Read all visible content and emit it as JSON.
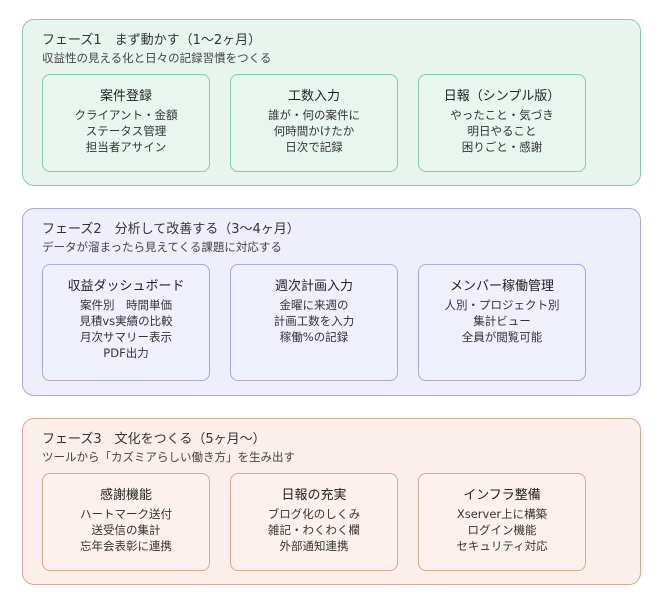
{
  "phases": [
    {
      "title": "フェーズ1　まず動かす（1〜2ヶ月）",
      "subtitle": "収益性の見える化と日々の記録習慣をつくる",
      "cards": [
        {
          "title": "案件登録",
          "lines": [
            "クライアント・金額",
            "ステータス管理",
            "担当者アサイン"
          ]
        },
        {
          "title": "工数入力",
          "lines": [
            "誰が・何の案件に",
            "何時間かけたか",
            "日次で記録"
          ]
        },
        {
          "title": "日報（シンプル版）",
          "lines": [
            "やったこと・気づき",
            "明日やること",
            "困りごと・感謝"
          ]
        }
      ]
    },
    {
      "title": "フェーズ2　分析して改善する（3〜4ヶ月）",
      "subtitle": "データが溜まったら見えてくる課題に対応する",
      "cards": [
        {
          "title": "収益ダッシュボード",
          "lines": [
            "案件別　時間単価",
            "見積vs実績の比較",
            "月次サマリー表示",
            "PDF出力"
          ]
        },
        {
          "title": "週次計画入力",
          "lines": [
            "金曜に来週の",
            "計画工数を入力",
            "稼働%の記録"
          ]
        },
        {
          "title": "メンバー稼働管理",
          "lines": [
            "人別・プロジェクト別",
            "集計ビュー",
            "全員が閲覧可能"
          ]
        }
      ]
    },
    {
      "title": "フェーズ3　文化をつくる（5ヶ月〜）",
      "subtitle": "ツールから「カズミアらしい働き方」を生み出す",
      "cards": [
        {
          "title": "感謝機能",
          "lines": [
            "ハートマーク送付",
            "送受信の集計",
            "忘年会表彰に連携"
          ]
        },
        {
          "title": "日報の充実",
          "lines": [
            "ブログ化のしくみ",
            "雑記・わくわく欄",
            "外部通知連携"
          ]
        },
        {
          "title": "インフラ整備",
          "lines": [
            "Xserver上に構築",
            "ログイン機能",
            "セキュリティ対応"
          ]
        }
      ]
    }
  ]
}
